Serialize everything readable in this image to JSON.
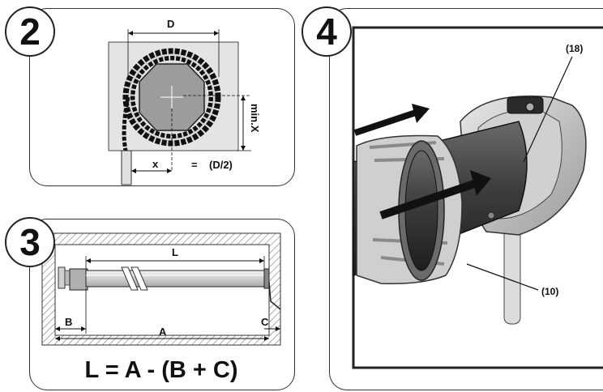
{
  "steps": {
    "s2": "2",
    "s3": "3",
    "s4": "4"
  },
  "fig2": {
    "d_label": "D",
    "minx_label": "min.X",
    "x_label": "x",
    "eq_label": "=",
    "half_label": "(D/2)"
  },
  "fig3": {
    "l_label": "L",
    "b_label": "B",
    "a_label": "A",
    "c_label": "C",
    "formula": "L = A - (B + C)"
  },
  "fig4": {
    "callout_18": "(18)",
    "callout_10": "(10)"
  }
}
